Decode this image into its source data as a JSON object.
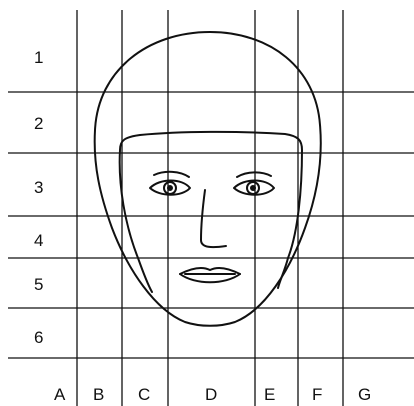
{
  "grid": {
    "row_labels": [
      "1",
      "2",
      "3",
      "4",
      "5",
      "6"
    ],
    "column_labels": [
      "A",
      "B",
      "C",
      "D",
      "E",
      "F",
      "G"
    ]
  },
  "drawing": {
    "subject": "face",
    "parts": [
      "head-outline",
      "hairline",
      "left-eye",
      "right-eye",
      "nose",
      "mouth"
    ]
  },
  "colors": {
    "stroke": "#111111",
    "background": "#ffffff"
  }
}
